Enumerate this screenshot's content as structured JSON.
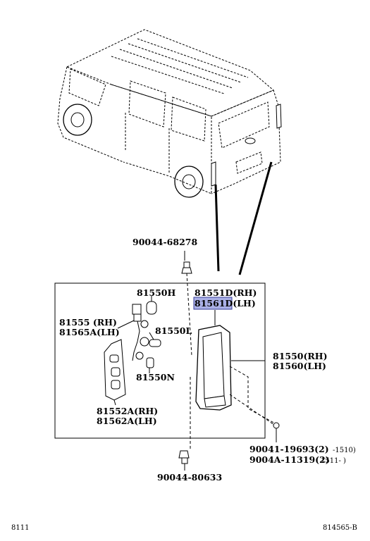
{
  "parts": {
    "screw_top": "90044-68278",
    "bulb_81550h": "81550H",
    "lens_rh": "81551D(RH)",
    "lens_lh": "81561D(LH)",
    "socket_rh": "81555 (RH)",
    "socket_lh": "81565A(LH)",
    "bulb_81550l": "81550L",
    "lamp_rh": "81550(RH)",
    "lamp_lh": "81560(LH)",
    "bulb_81550n": "81550N",
    "gasket_rh": "81552A(RH)",
    "gasket_lh": "81562A(LH)",
    "nut_1": "90041-19693(2)",
    "nut_1_range": "-1510)",
    "nut_2": "9004A-11319(2)",
    "nut_2_range": "1511-    )",
    "screw_bottom": "90044-80633"
  },
  "footer": {
    "left_code": "8111",
    "right_code": "814565-B"
  },
  "highlight_color": "#aab0e6"
}
